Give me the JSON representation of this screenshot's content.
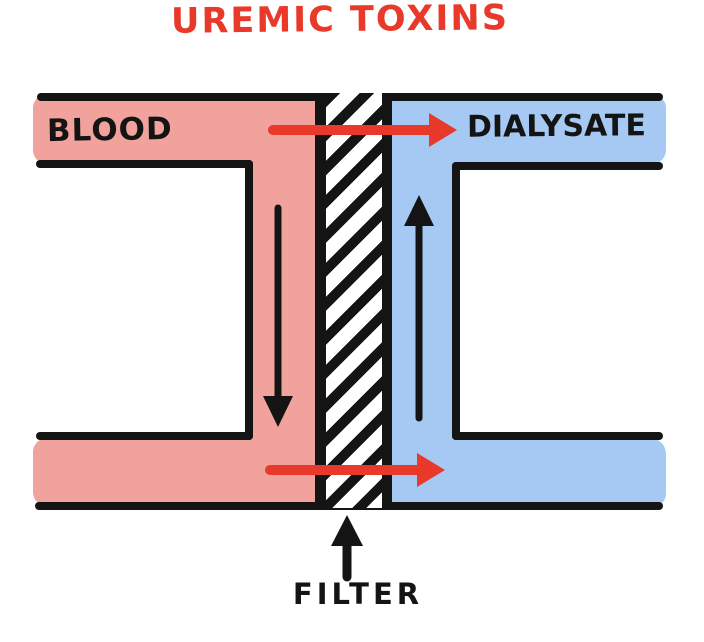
{
  "title": {
    "text": "UREMIC TOXINS"
  },
  "labels": {
    "blood": "BLOOD",
    "dialysate": "DIALYSATE",
    "filter": "FILTER"
  },
  "colors": {
    "red": "#e8392a",
    "black": "#141414",
    "blood_pink": "#f2a29c",
    "dialysate_blue": "#a6c9f3"
  },
  "flows": [
    {
      "name": "toxin-transfer-top",
      "from": "BLOOD",
      "to": "DIALYSATE",
      "direction": "right",
      "color": "red"
    },
    {
      "name": "blood-flow",
      "channel": "BLOOD",
      "direction": "down",
      "color": "black"
    },
    {
      "name": "dialysate-flow",
      "channel": "DIALYSATE",
      "direction": "up",
      "color": "black"
    },
    {
      "name": "toxin-transfer-bottom",
      "from": "BLOOD",
      "to": "DIALYSATE",
      "direction": "right",
      "color": "red"
    },
    {
      "name": "filter-pointer",
      "points_to": "FILTER",
      "direction": "up",
      "color": "black"
    }
  ]
}
